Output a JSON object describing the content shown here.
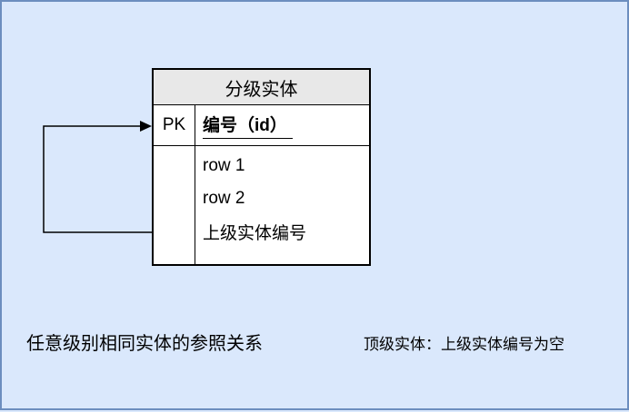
{
  "canvas": {
    "background_color": "#dae8fc",
    "border_color": "#6c8ebf"
  },
  "entity": {
    "title": "分级实体",
    "header_bg": "#e8e8e8",
    "pk_label": "PK",
    "pk_field": "编号（id）",
    "rows": [
      "row 1",
      "row 2",
      "上级实体编号"
    ]
  },
  "arrow": {
    "description": "self-reference-arrow",
    "color": "#000000"
  },
  "captions": {
    "left": "任意级别相同实体的参照关系",
    "right": "顶级实体：上级实体编号为空"
  }
}
